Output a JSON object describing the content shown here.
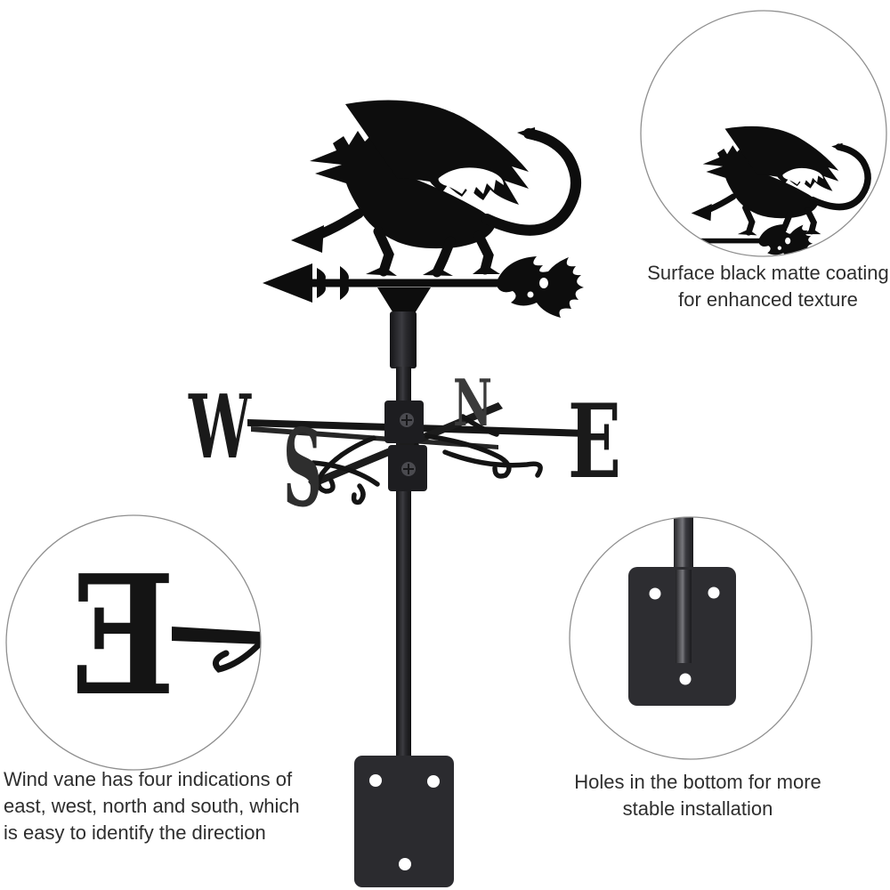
{
  "image": {
    "type": "weathervane product infographic",
    "background": "#ffffff"
  },
  "colors": {
    "silhouette": "#0d0d0d",
    "metal_dark": "#1e1e21",
    "plate": "#2b2b2f",
    "pole_highlight": "#55555a",
    "circle_border": "#8f8f8f",
    "caption_text": "#2e2e2e",
    "hole_white": "#ffffff",
    "letter_near": "#1a1a1a",
    "letter_far": "#3a3a3a"
  },
  "vane": {
    "letters": {
      "west": "W",
      "north": "N",
      "east": "E",
      "south": "S"
    }
  },
  "callouts": {
    "dragon": {
      "caption_line1": "Surface black matte coating",
      "caption_line2": "for enhanced texture"
    },
    "letter": {
      "caption_line1": "Wind vane has four indications of",
      "caption_line2": "east, west, north and south, which",
      "caption_line3": "is easy to identify the direction"
    },
    "base": {
      "caption_line1": "Holes in the bottom for more",
      "caption_line2": "stable installation"
    }
  }
}
